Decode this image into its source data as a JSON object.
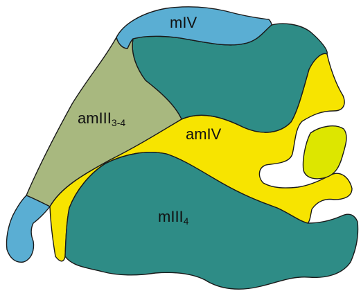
{
  "regions": [
    {
      "id": "mIV",
      "label": "mIV",
      "subscript": "",
      "color": "#5aaed3"
    },
    {
      "id": "top_m",
      "label": "",
      "subscript": "",
      "color": "#2e8c86"
    },
    {
      "id": "amIII",
      "label": "amIII",
      "subscript": "3-4",
      "color": "#a8b87f"
    },
    {
      "id": "amIV",
      "label": "amIV",
      "subscript": "",
      "color": "#f7e400"
    },
    {
      "id": "island",
      "label": "",
      "subscript": "",
      "color": "#dde600"
    },
    {
      "id": "mIII",
      "label": "mIII",
      "subscript": "4",
      "color": "#2e8c86"
    },
    {
      "id": "blue_sw",
      "label": "",
      "subscript": "",
      "color": "#5aaed3"
    }
  ]
}
